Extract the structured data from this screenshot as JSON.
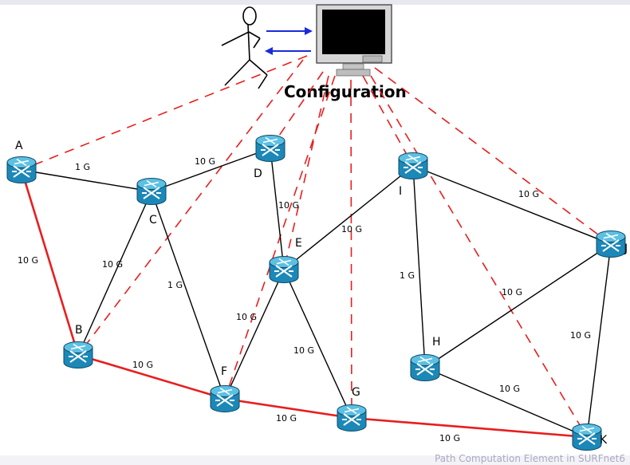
{
  "config_label": "Configuration",
  "footer": "Path Computation Element in SURFnet6",
  "colors": {
    "link": "#000000",
    "path": "#e81e1e",
    "control": "#e81e1e",
    "arrow_to": "#1a2bdc",
    "router": "#1687b6"
  },
  "routers": [
    {
      "id": "A",
      "label": "A"
    },
    {
      "id": "B",
      "label": "B"
    },
    {
      "id": "C",
      "label": "C"
    },
    {
      "id": "D",
      "label": "D"
    },
    {
      "id": "E",
      "label": "E"
    },
    {
      "id": "F",
      "label": "F"
    },
    {
      "id": "G",
      "label": "G"
    },
    {
      "id": "H",
      "label": "H"
    },
    {
      "id": "I",
      "label": "I"
    },
    {
      "id": "J",
      "label": "J"
    },
    {
      "id": "K",
      "label": "K"
    }
  ],
  "links": [
    {
      "from": "A",
      "to": "C",
      "label": "1 G",
      "path": false
    },
    {
      "from": "C",
      "to": "D",
      "label": "10 G",
      "path": false
    },
    {
      "from": "A",
      "to": "B",
      "label": "10 G",
      "path": true
    },
    {
      "from": "C",
      "to": "B",
      "label": "10 G",
      "path": false
    },
    {
      "from": "C",
      "to": "F",
      "label": "1 G",
      "path": false
    },
    {
      "from": "D",
      "to": "E",
      "label": "10 G",
      "path": false
    },
    {
      "from": "E",
      "to": "I",
      "label": "10 G",
      "path": false
    },
    {
      "from": "E",
      "to": "F",
      "label": "10 G",
      "path": false
    },
    {
      "from": "E",
      "to": "G",
      "label": "10 G",
      "path": false
    },
    {
      "from": "I",
      "to": "J",
      "label": "10 G",
      "path": false
    },
    {
      "from": "I",
      "to": "H",
      "label": "1 G",
      "path": false
    },
    {
      "from": "H",
      "to": "J",
      "label": "10 G",
      "path": false
    },
    {
      "from": "J",
      "to": "K",
      "label": "10 G",
      "path": false
    },
    {
      "from": "H",
      "to": "K",
      "label": "10 G",
      "path": false
    },
    {
      "from": "B",
      "to": "F",
      "label": "10 G",
      "path": true
    },
    {
      "from": "F",
      "to": "G",
      "label": "10 G",
      "path": true
    },
    {
      "from": "G",
      "to": "K",
      "label": "10 G",
      "path": true
    }
  ],
  "control_links": [
    "A",
    "B",
    "D",
    "E",
    "F",
    "G",
    "I",
    "J",
    "K"
  ]
}
